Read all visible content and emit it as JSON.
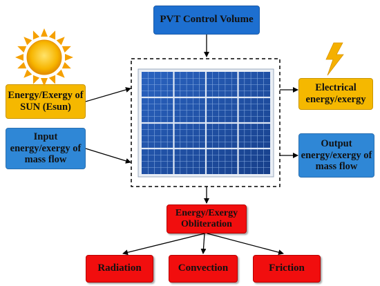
{
  "pvt_control_volume": "PVT Control Volume",
  "energy_exergy_sun": "Energy/Exergy of SUN (Esun)",
  "input_mass_flow": "Input energy/exergy of mass flow",
  "electrical_energy": "Electrical energy/exergy",
  "output_mass_flow": "Output energy/exergy of mass flow",
  "obliteration": "Energy/Exergy Obliteration",
  "radiation": "Radiation",
  "convection": "Convection",
  "friction": "Friction",
  "colors": {
    "blue": "#2f87d6",
    "yellow": "#f5b800",
    "red": "#f10e0e",
    "panel": "#1f4fa0"
  },
  "icons": [
    "sun-icon",
    "lightning-icon",
    "solar-panel-icon"
  ]
}
